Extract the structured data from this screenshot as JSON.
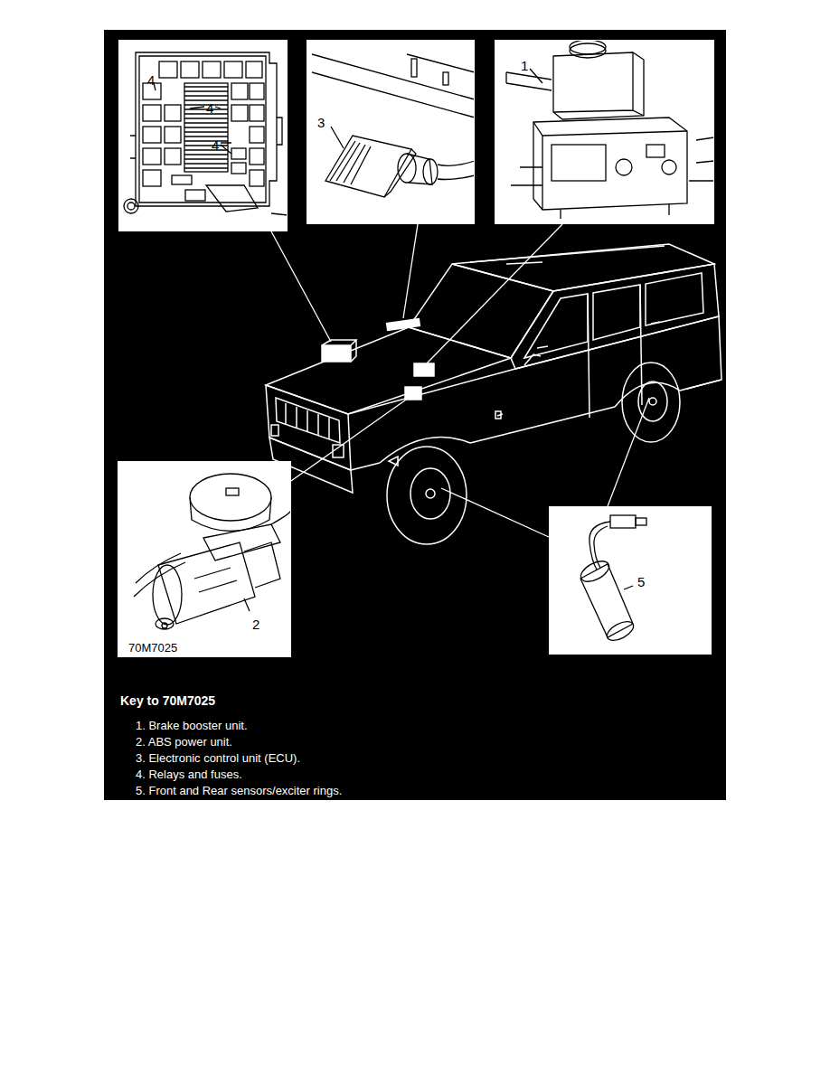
{
  "diagram": {
    "title": "Key to 70M7025",
    "nodes": [
      {
        "text": [
          "4",
          "4",
          "4"
        ]
      },
      {
        "text": [
          "3"
        ]
      },
      {
        "text": [
          "1"
        ]
      },
      {
        "text": [
          "2",
          "70M7025"
        ]
      },
      {
        "text": [
          "5"
        ]
      }
    ],
    "labels": [
      "1. Brake booster unit.",
      "2. ABS power unit.",
      "3. Electronic control unit (ECU).",
      "4. Relays and fuses.",
      "5. Front and Rear sensors/exciter rings."
    ]
  }
}
